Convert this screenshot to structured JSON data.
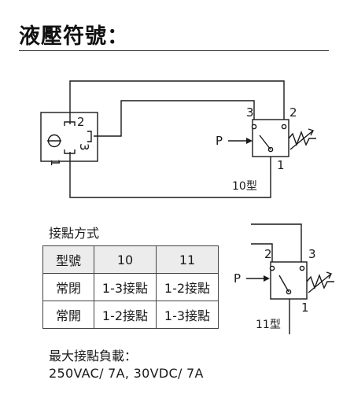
{
  "title": "液壓符號：",
  "diagram_10": {
    "port_2": "2",
    "port_3": "3",
    "port_1": "1",
    "sw_port_3": "3",
    "sw_port_2": "2",
    "sw_port_1": "1",
    "pressure": "P",
    "type_label": "10型"
  },
  "diagram_11": {
    "sw_port_2": "2",
    "sw_port_3": "3",
    "sw_port_1": "1",
    "pressure": "P",
    "type_label": "11型"
  },
  "contact_table": {
    "caption": "接點方式",
    "header": [
      "型號",
      "10",
      "11"
    ],
    "rows": [
      [
        "常閉",
        "1-3接點",
        "1-2接點"
      ],
      [
        "常開",
        "1-2接點",
        "1-3接點"
      ]
    ]
  },
  "load": {
    "label": "最大接點負載：",
    "value": "250VAC/ 7A, 30VDC/ 7A"
  }
}
